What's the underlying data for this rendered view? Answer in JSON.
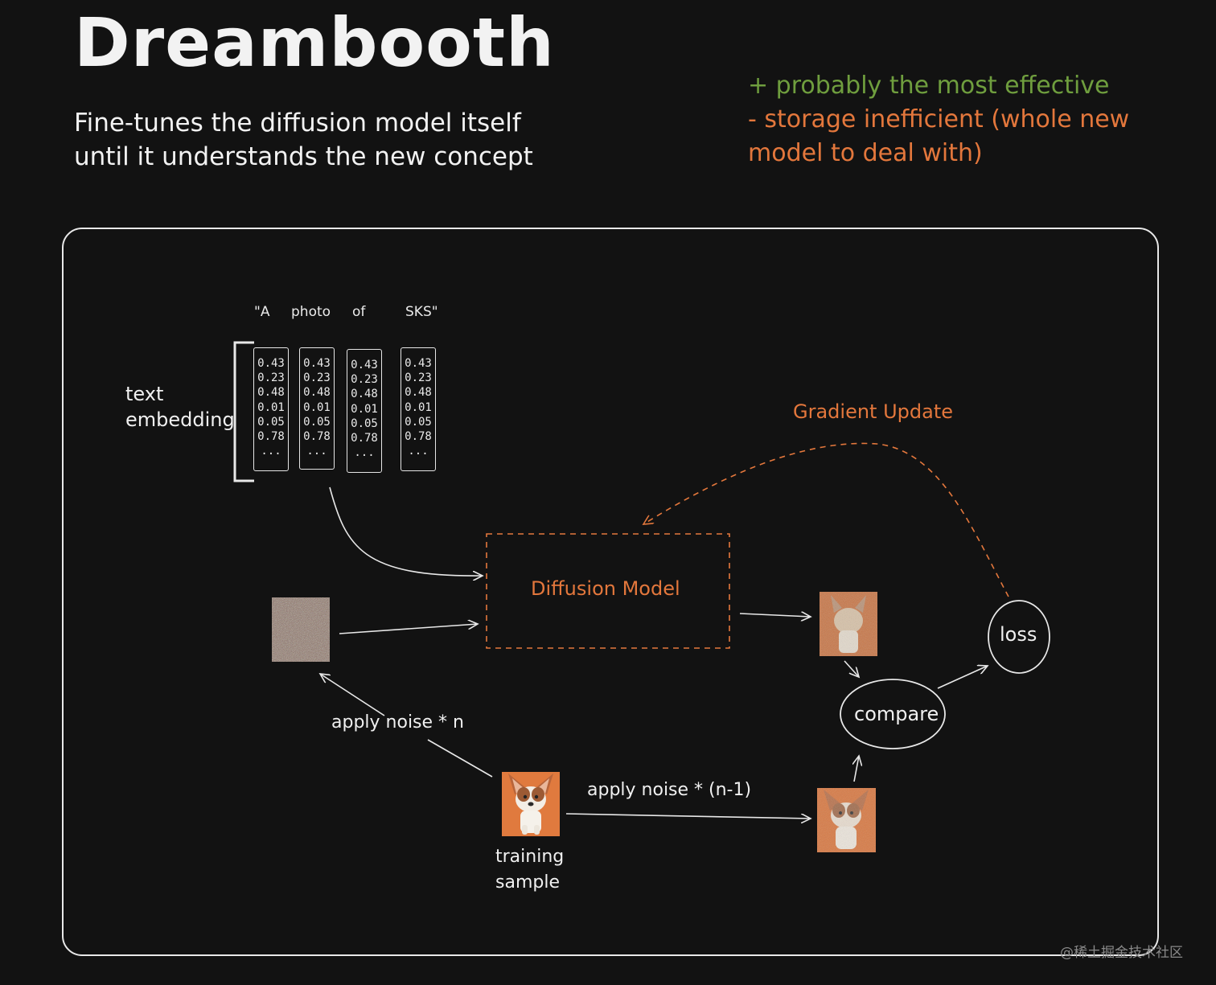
{
  "title": "Dreambooth",
  "subtitle": [
    "Fine-tunes the diffusion model itself",
    "until it understands the new concept"
  ],
  "pros": "+ probably the most effective",
  "cons": [
    "- storage inefficient (whole new",
    "model to deal with)"
  ],
  "prompt_tokens": [
    "\"A",
    "photo",
    "of",
    "SKS\""
  ],
  "embedding_values": [
    "0.43",
    "0.23",
    "0.48",
    "0.01",
    "0.05",
    "0.78",
    "..."
  ],
  "labels": {
    "text_embedding": [
      "text",
      "embedding"
    ],
    "gradient_update": "Gradient Update",
    "diffusion_model": "Diffusion Model",
    "loss": "loss",
    "compare": "compare",
    "apply_noise_n": "apply noise * n",
    "apply_noise_n_minus_1": "apply noise * (n-1)",
    "training_sample": [
      "training",
      "sample"
    ]
  },
  "watermark": "@稀土掘金技术社区",
  "colors": {
    "background": "#121212",
    "line": "#e8e8e8",
    "accent_orange": "#e3773c",
    "accent_green": "#6f9e3e"
  }
}
